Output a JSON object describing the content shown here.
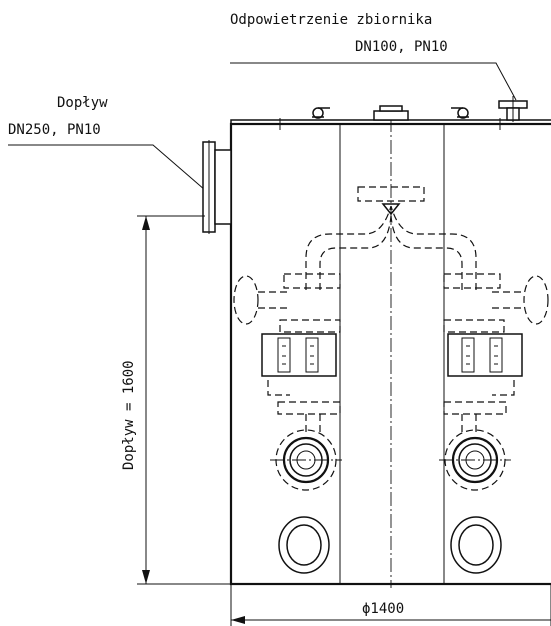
{
  "annotations": {
    "vent_label_line1": "Odpowietrzenie zbiornika",
    "vent_label_line2": "DN100, PN10",
    "inlet_label_line1": "Dopływ",
    "inlet_label_line2": "DN250, PN10",
    "inlet_height_dimension": "Dopływ = 1600",
    "diameter_dimension": "ϕ1400"
  }
}
